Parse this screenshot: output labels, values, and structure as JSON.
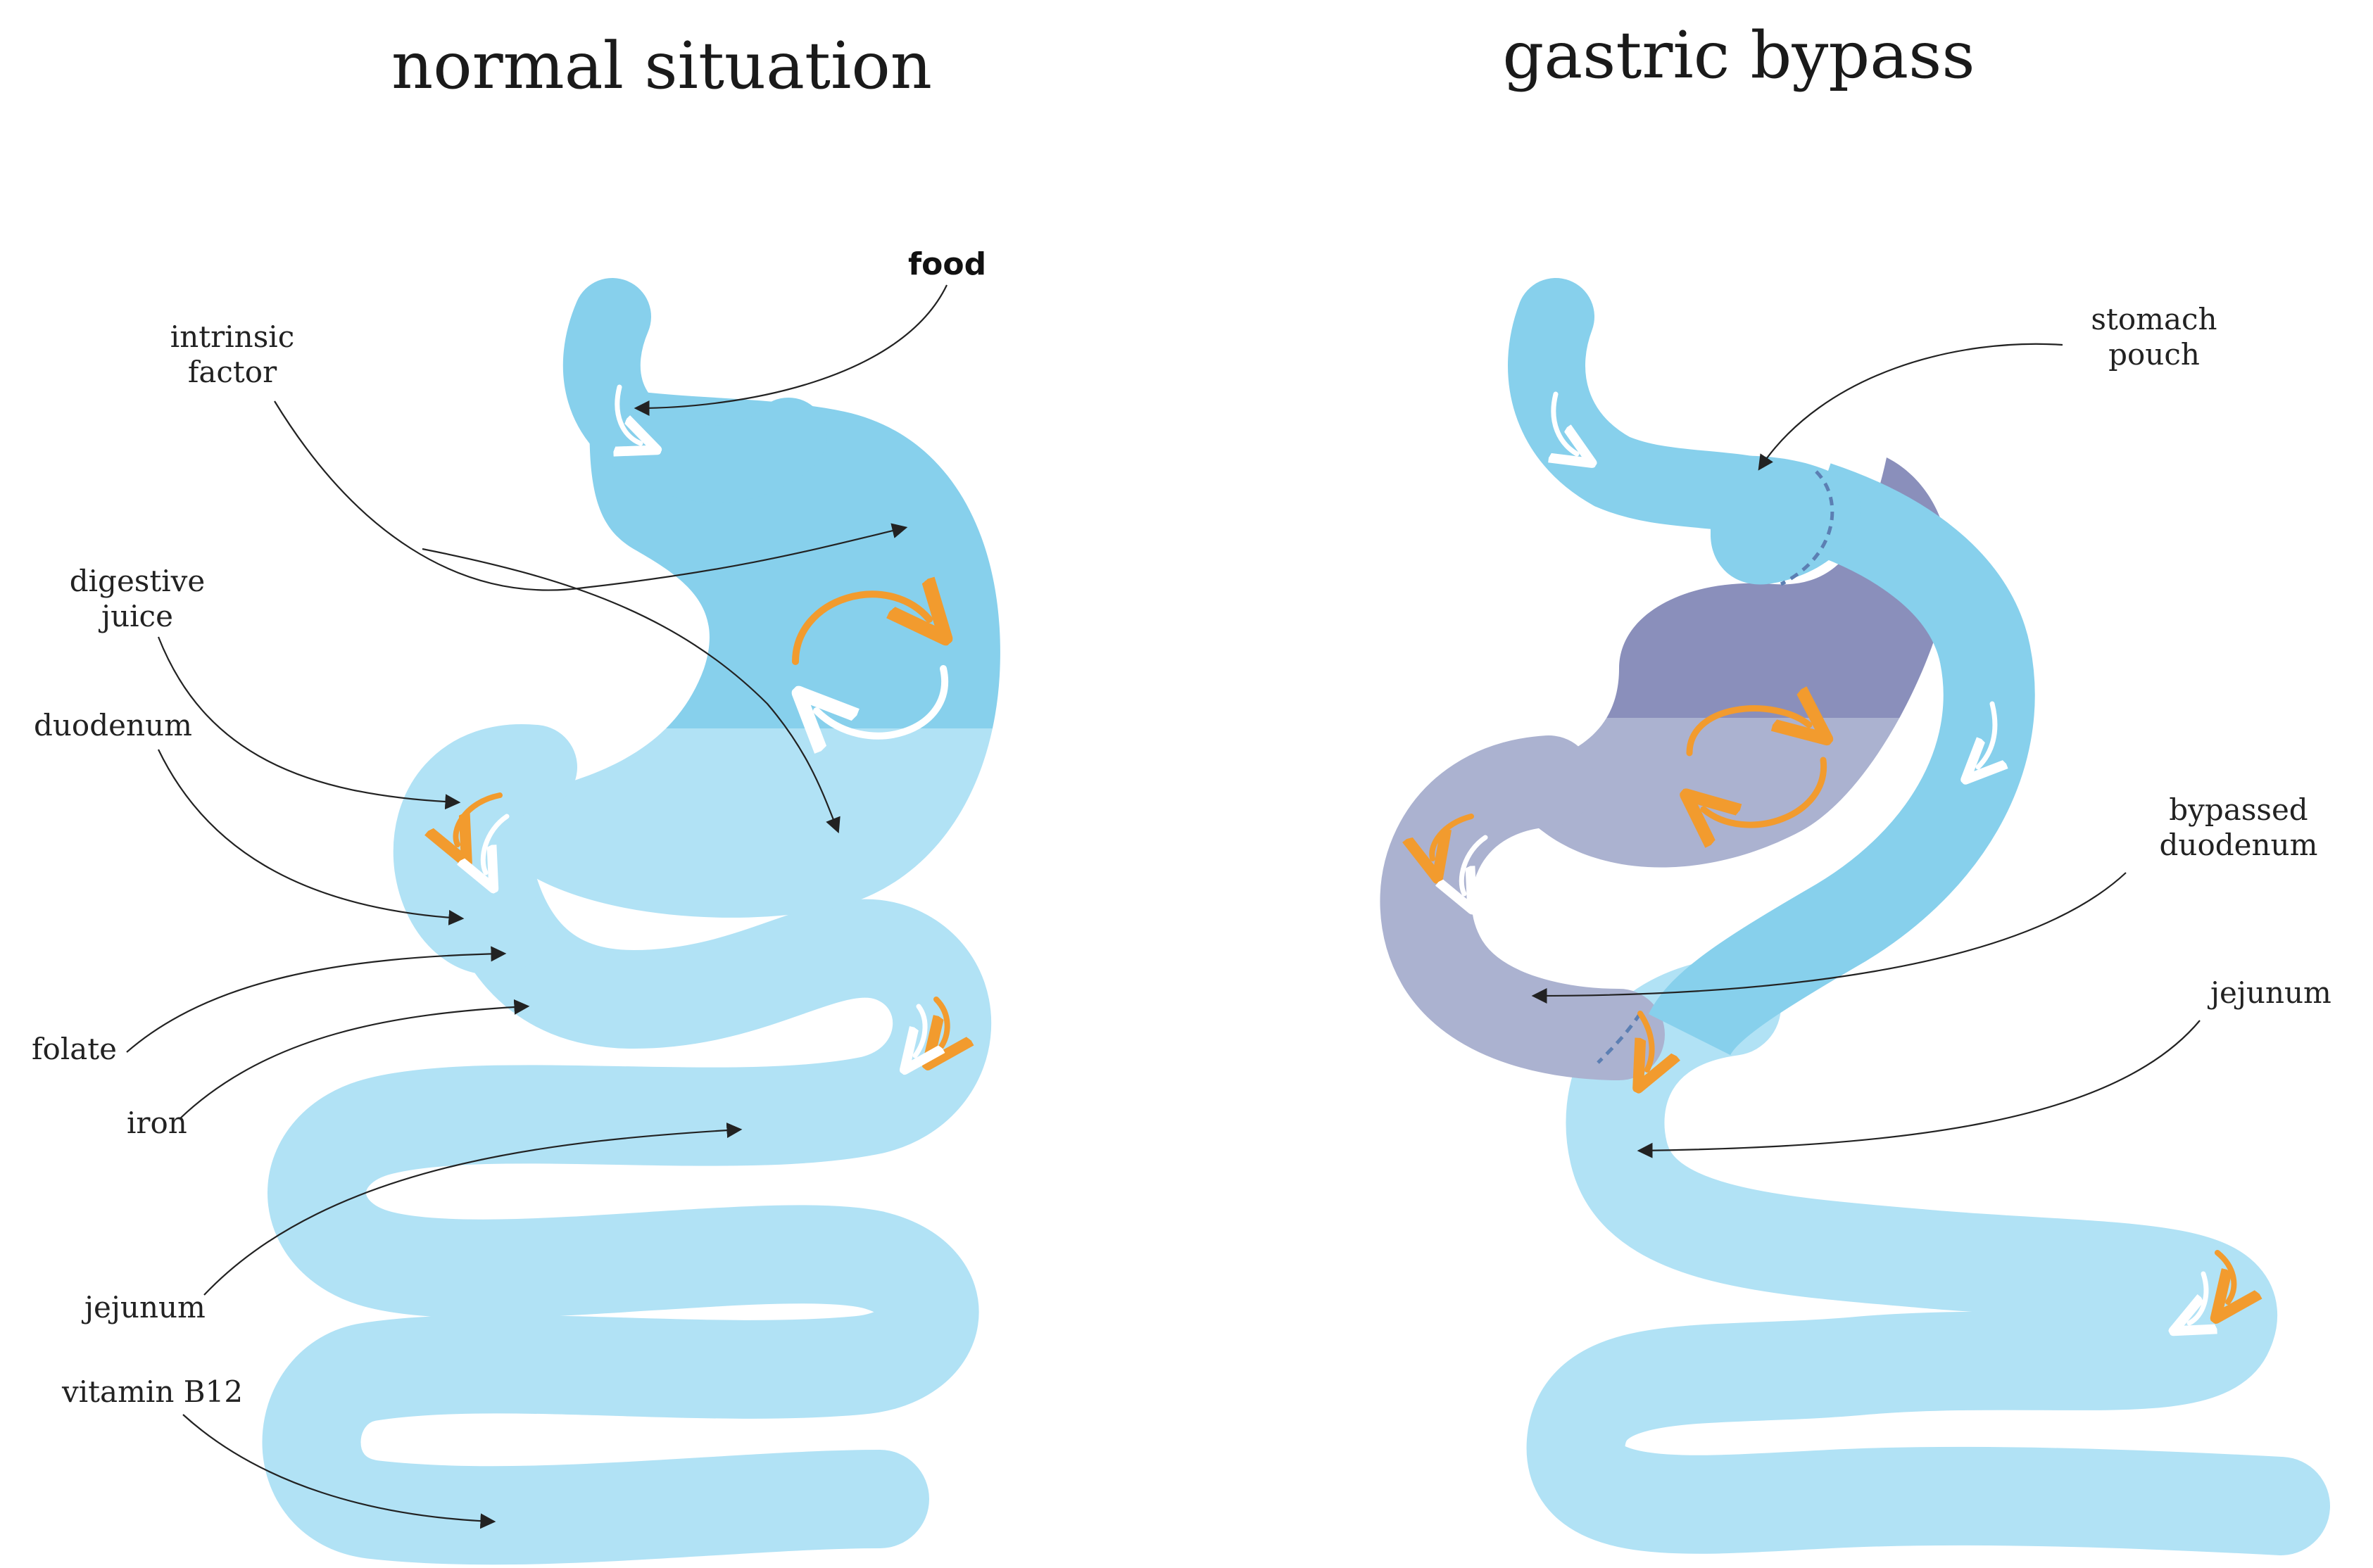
{
  "titles": {
    "normal": "normal situation",
    "bypass": "gastric bypass"
  },
  "labels": {
    "normal": {
      "food": "food",
      "intrinsic_factor_1": "intrinsic",
      "intrinsic_factor_2": "factor",
      "digestive_juice_1": "digestive",
      "digestive_juice_2": "juice",
      "duodenum": "duodenum",
      "folate": "folate",
      "iron": "iron",
      "jejunum": "jejunum",
      "vitamin_b12": "vitamin B12"
    },
    "bypass": {
      "stomach_pouch_1": "stomach",
      "stomach_pouch_2": "pouch",
      "bypassed_duodenum_1": "bypassed",
      "bypassed_duodenum_2": "duodenum",
      "jejunum": "jejunum"
    }
  },
  "colors": {
    "stomach_upper": "#87d0ec",
    "intestine": "#b1e2f5",
    "bypassed_stomach_dark": "#8a8fbb",
    "bypassed_stomach_light": "#abb2d0",
    "orange_arrow": "#f29b2e",
    "white_arrow": "#ffffff",
    "leader_line": "#222222"
  }
}
